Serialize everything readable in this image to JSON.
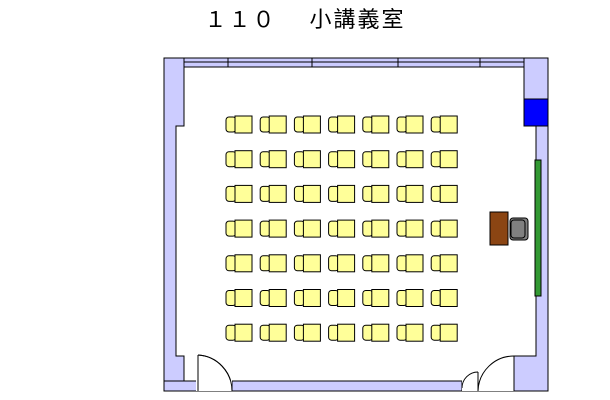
{
  "title": "１１０　 小講義室",
  "colors": {
    "wall": "#ccccff",
    "wall_stroke": "#000000",
    "seat": "#ffff99",
    "seat_stroke": "#000000",
    "blackboard": "#339933",
    "lectern": "#8b4513",
    "lecturer_chair": "#808080",
    "blue_panel": "#0000ff",
    "floor": "#ffffff"
  },
  "seating": {
    "rows": 7,
    "columns": 7,
    "seat_icon": "desk-chair-icon"
  },
  "front": {
    "blackboard_icon": "blackboard-icon",
    "lectern_icon": "lectern-icon",
    "chair_icon": "chair-icon",
    "blue_panel_icon": "blue-panel-icon"
  },
  "doors": {
    "count": 2,
    "icon": "door-swing-icon"
  }
}
